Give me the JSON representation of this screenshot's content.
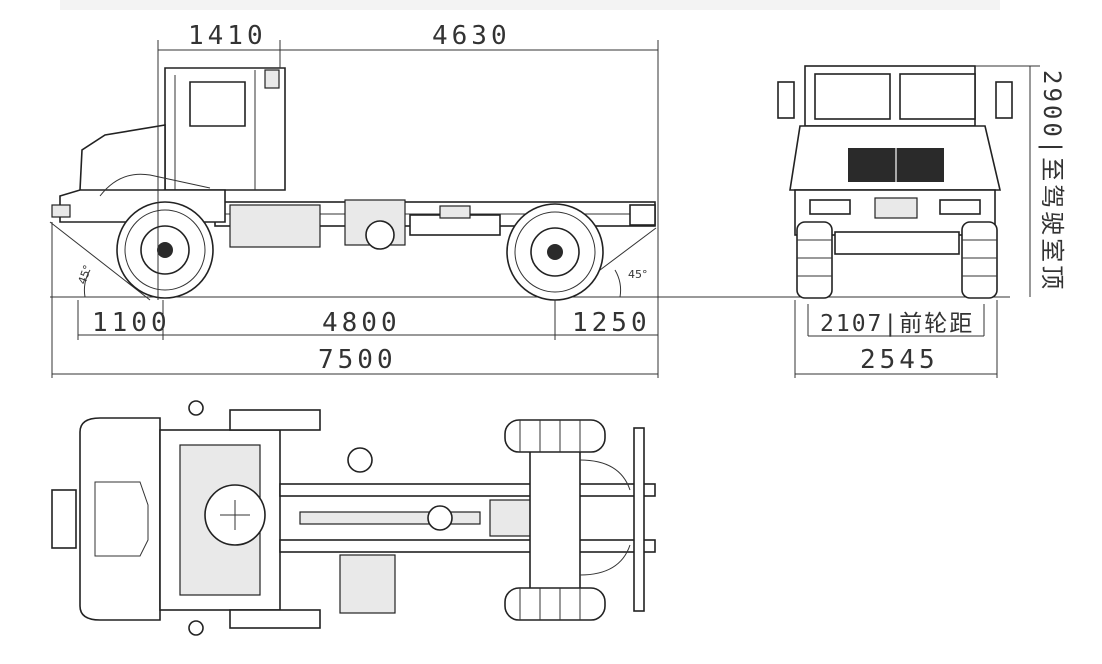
{
  "dimensions": {
    "cab_front_overhang": "1410",
    "cab_to_rear": "4630",
    "front_overhang": "1100",
    "wheelbase": "4800",
    "rear_overhang": "1250",
    "overall_length": "7500",
    "front_track": "2107|前轮距",
    "overall_width": "2545",
    "height_to_cab_roof": "2900|至驾驶室顶",
    "approach_angle": "45°",
    "departure_angle": "45°"
  }
}
